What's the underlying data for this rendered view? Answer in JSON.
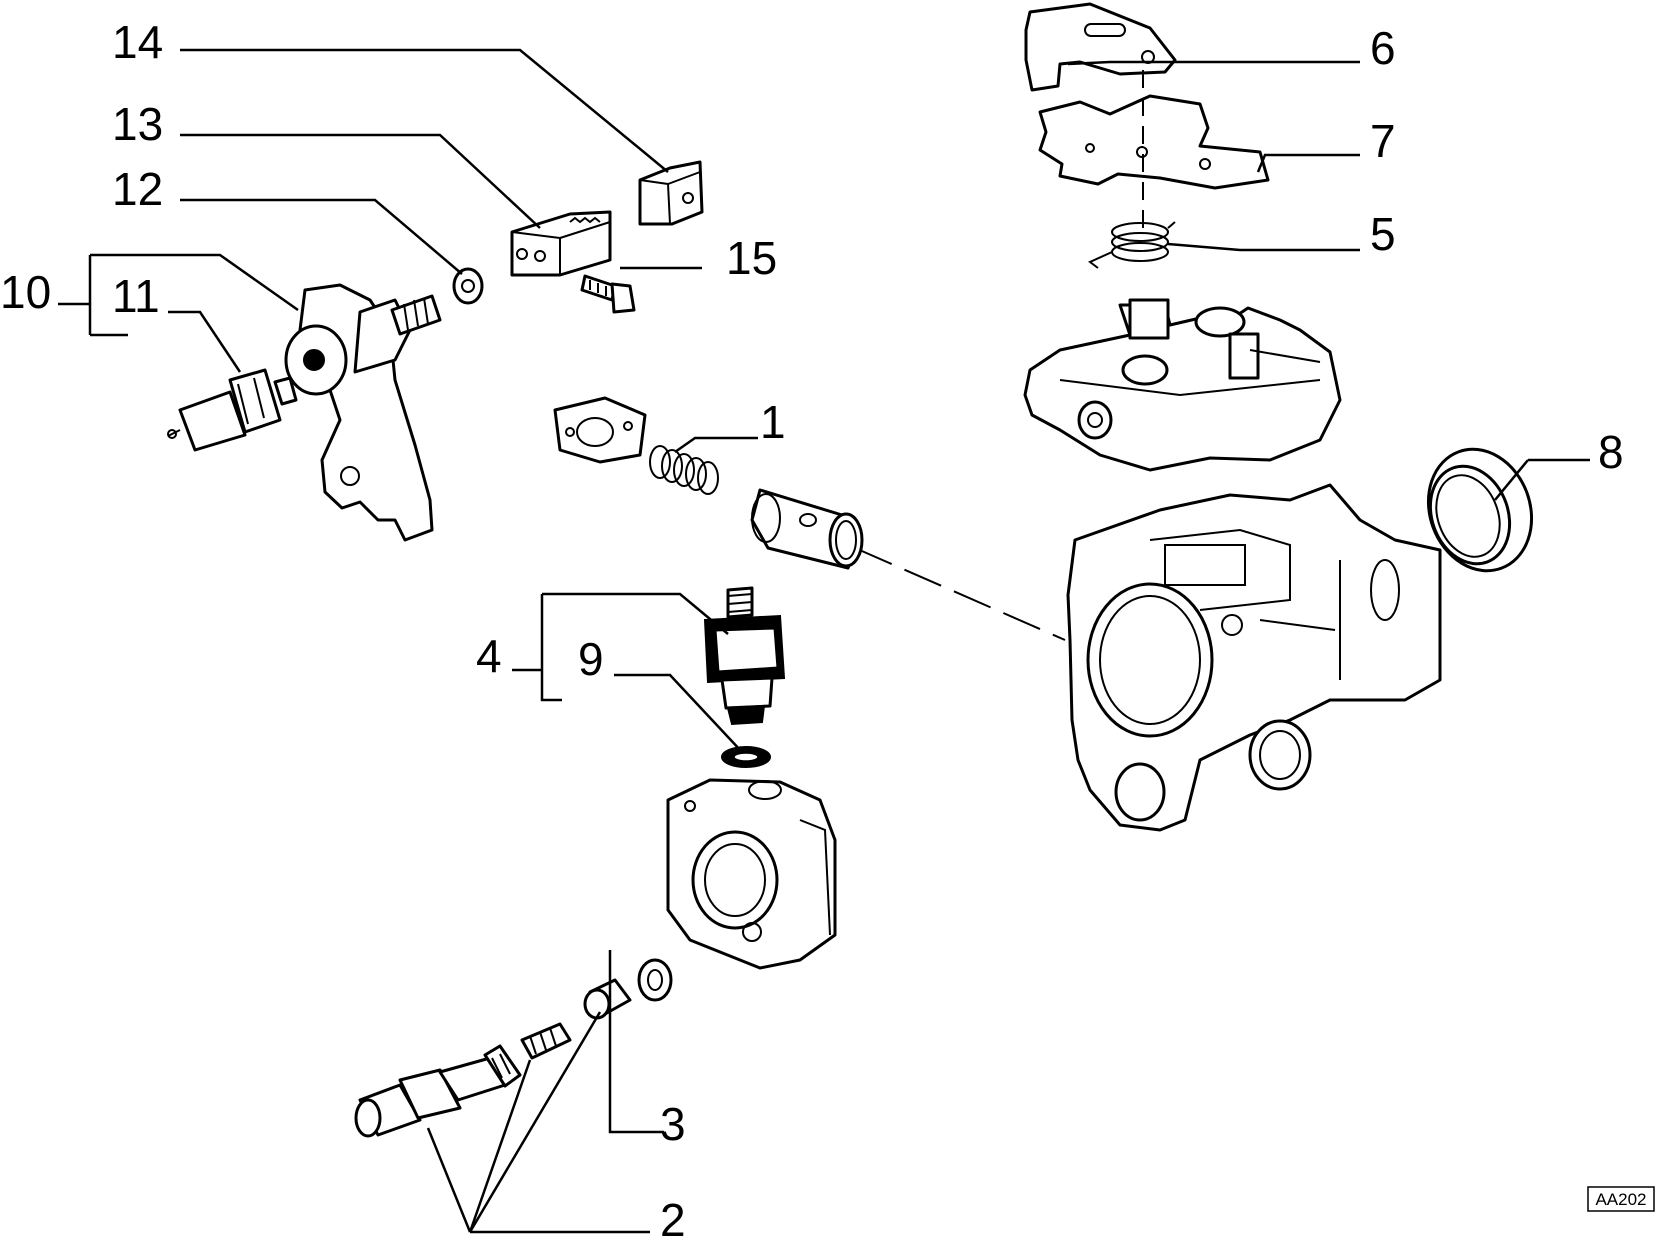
{
  "diagram": {
    "callouts": [
      {
        "id": "1",
        "text": "1"
      },
      {
        "id": "2",
        "text": "2"
      },
      {
        "id": "3",
        "text": "3"
      },
      {
        "id": "4",
        "text": "4"
      },
      {
        "id": "5",
        "text": "5"
      },
      {
        "id": "6",
        "text": "6"
      },
      {
        "id": "7",
        "text": "7"
      },
      {
        "id": "8",
        "text": "8"
      },
      {
        "id": "9",
        "text": "9"
      },
      {
        "id": "10",
        "text": "10"
      },
      {
        "id": "11",
        "text": "11"
      },
      {
        "id": "12",
        "text": "12"
      },
      {
        "id": "13",
        "text": "13"
      },
      {
        "id": "14",
        "text": "14"
      },
      {
        "id": "15",
        "text": "15"
      }
    ],
    "reference_code": "AA202"
  }
}
